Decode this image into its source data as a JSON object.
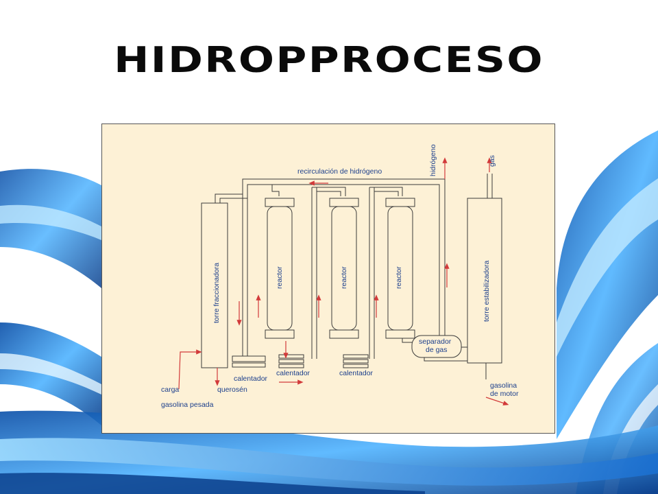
{
  "slide": {
    "title": "HIDROPPROCESO"
  },
  "diagram": {
    "labels": {
      "recirculacion": "recirculación de hidrógeno",
      "hidrogeno": "hidrógeno",
      "gas": "gas",
      "torre_fraccionadora": "torre  fraccionadora",
      "reactor_1": "reactor",
      "reactor_2": "reactor",
      "reactor_3": "reactor",
      "torre_estabilizadora": "torre  estabilizadora",
      "separador_line1": "separador",
      "separador_line2": "de gas",
      "calentador_1": "calentador",
      "calentador_2": "calentador",
      "calentador_3": "calentador",
      "carga": "carga",
      "queroson": "querosén",
      "gasolina_pesada": "gasolina pesada",
      "gasolina_motor_line1": "gasolina",
      "gasolina_motor_line2": "de motor"
    },
    "colors": {
      "panel": "#fdf1d6",
      "label": "#1c3f8c",
      "flow_arrow": "#d23a3a",
      "outline": "#3a3a3a"
    }
  }
}
